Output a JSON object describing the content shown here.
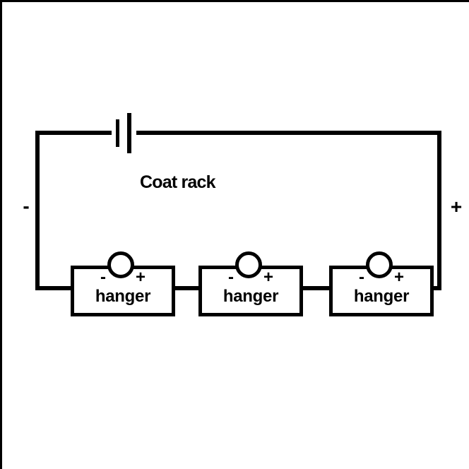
{
  "diagram": {
    "title": "Coat rack",
    "terminals": {
      "negative": "-",
      "positive": "+"
    },
    "battery": {
      "symbol": "battery-cell",
      "negative_plate": "short",
      "positive_plate": "long"
    },
    "hangers": [
      {
        "label": "hanger",
        "negative": "-",
        "positive": "+"
      },
      {
        "label": "hanger",
        "negative": "-",
        "positive": "+"
      },
      {
        "label": "hanger",
        "negative": "-",
        "positive": "+"
      }
    ],
    "colors": {
      "line": "#000000",
      "background": "#ffffff"
    }
  }
}
